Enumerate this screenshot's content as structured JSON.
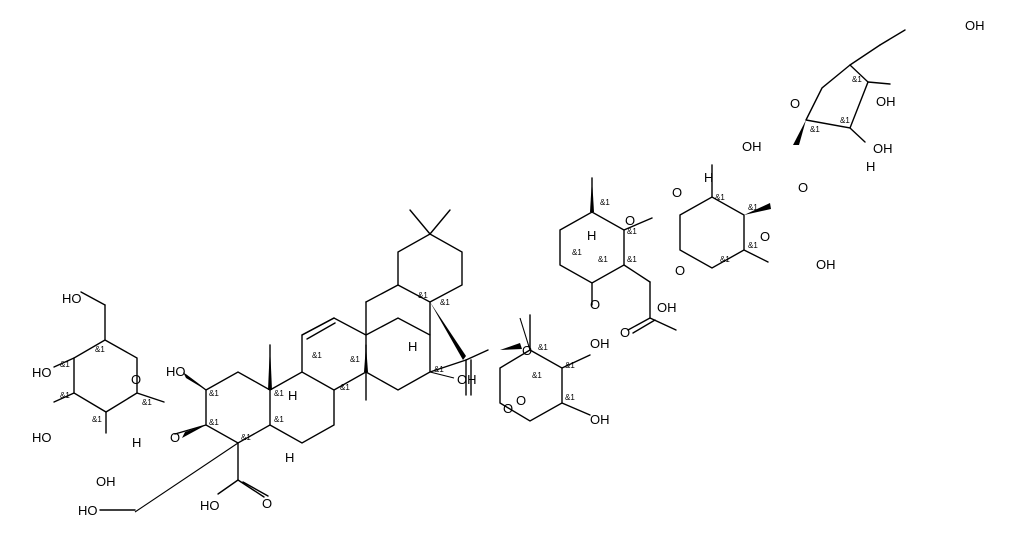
{
  "labels": {
    "ho": "HO",
    "oh": "OH",
    "o": "O",
    "h": "H",
    "stereo": "&1"
  }
}
